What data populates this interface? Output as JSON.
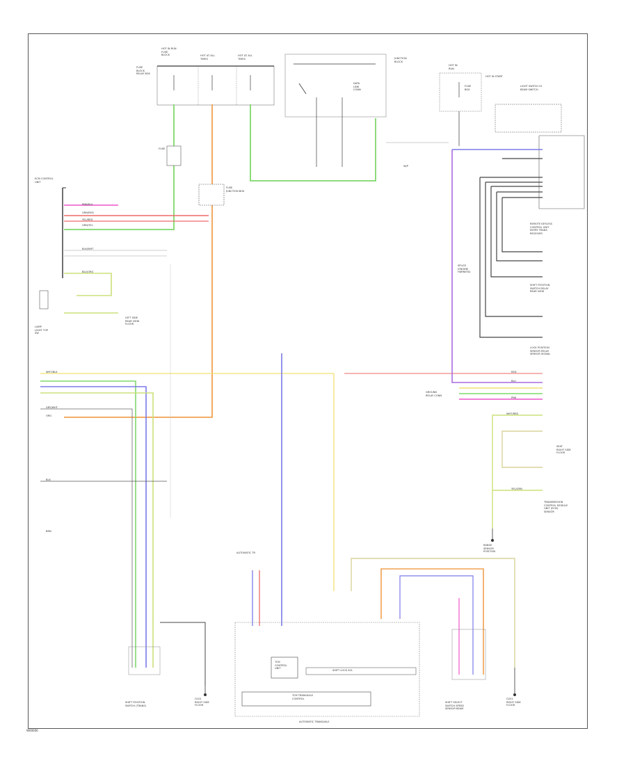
{
  "figure_code": "W00000",
  "labels": {
    "hot_in_run": "HOT IN RUN\nFUSE\nBLOCK",
    "hot_at_all_times_a": "HOT AT ALL\nTIMES",
    "hot_at_all_times_b": "HOT AT ALL\nTIMES",
    "fuse_block_note": "FUSE\nBLOCK\nRELAY BOX",
    "junction_block": "JUNCTION\nBLOCK",
    "data_link": "DATA\nLINK\nCONN",
    "hot_in_run_right": "HOT IN\nRUN",
    "hot_in_start": "HOT IN START",
    "fuse_relay_box_right": "FUSE\nBOX",
    "light_switch_hi": "LIGHT SWITCH HI\nBEAM SWITCH",
    "fuse_link": "FUSE",
    "cluster_connector": "FUSE\nJUNCTION BOX",
    "ecm_title": "ECM CONTROL\nUNIT",
    "lamp_left": "LAMP\nLIGHT TOP\nSW",
    "left_side_text": "LEFT SIDE\nREAR VIEW\nFLOOR",
    "w_p": "W/P",
    "splice_note": "SPLICE\n(ENGINE\nHARNESS)",
    "right_block_1": "REMOTE KEYLESS\nCONTROL UNIT\nENTRY TRANS\nRECEIVER",
    "right_block_2": "SHIFT POSITION\nSWITCH RELAY\nREAR VIEW",
    "right_block_3": "LOCK POSITION\nSENSOR RELAY\nSENSOR SIGNAL",
    "right_block_4": "SEAT\nRIGHT SIDE\nFLOOR",
    "right_block_5": "TRANSMISSION\nCONTROL MODULE\nUNIT (ECM)\nSENSOR",
    "ground_right": "GROUND\nRELAY CONN",
    "range_sensor": "RANGE\nSENSOR\nPOSITION",
    "bottom_left_title": "SHIFT POSITION\nSWITCH (TRANS)",
    "ground_bottom_1": "G101\nRIGHT SIDE\nFLOOR",
    "ground_bottom_2": "G201\nRIGHT SIDE\nFLOOR",
    "automatic_tr": "AUTOMATIC TR",
    "control_unit_box": "TCM\nCONTROL\nUNIT",
    "inner_bar": "SHIFT LOCK SOL",
    "main_unit": "TCM TRANSAXLE\nCONTROL",
    "bottom_center": "AUTOMATIC TRANSAXLE",
    "right_bottom": "SHIFT SELECT\nSWITCH SPEED\nSENSOR BEAM",
    "ground_1": "G101",
    "ground_2": "G201",
    "wire_labels": {
      "pk_bl": "PNK/BLU",
      "gr_r": "GRN/RED",
      "yel_red": "YEL/RED",
      "grn_yel": "GRN/YEL",
      "blk_wht": "BLK/WHT",
      "blu_org": "BLU/ORG",
      "wht_blk": "WHT/BLK",
      "gry_wht": "GRY/WHT",
      "blk": "BLK",
      "org": "ORG",
      "red": "RED",
      "blu": "BLU",
      "brn": "BRN",
      "pnk": "PNK",
      "wht_red": "WHT/RED",
      "yel_grn": "YEL/GRN"
    }
  },
  "colors": {
    "green": "#7fd86a",
    "orange": "#f0a050",
    "pink": "#ee55cc",
    "red": "#ee6a6a",
    "blue": "#7a7ae8",
    "purple": "#a96be0",
    "yellow": "#f0e070",
    "yellowgreen": "#cce07a",
    "gray": "#444444",
    "light_gray": "#bbbbbb",
    "tan": "#d9d29a"
  }
}
